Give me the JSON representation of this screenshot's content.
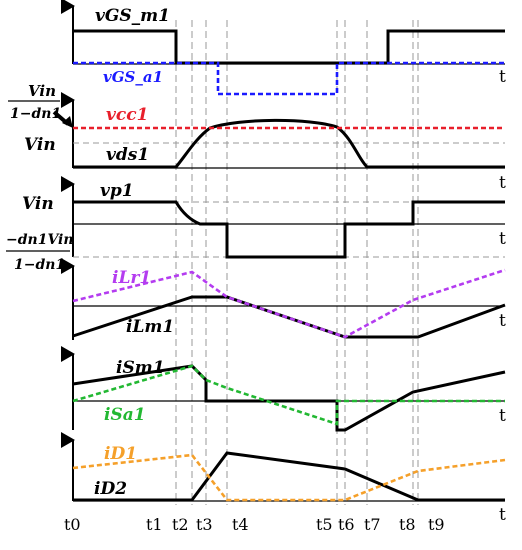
{
  "axis_t": "t",
  "colors": {
    "black": "#000000",
    "blue": "#1a1aff",
    "red": "#e81f2b",
    "purple": "#b43cf0",
    "green": "#22b832",
    "orange": "#f5a02a",
    "grid": "#9a9a9a"
  },
  "panel1": {
    "vgs_m1": "vGS_m1",
    "vgs_a1": "vGS_a1"
  },
  "panel2": {
    "frac_num": "Vin",
    "frac_den": "1−dn1",
    "vcc1": "vcc1",
    "vin": "Vin",
    "vds1": "vds1"
  },
  "panel3": {
    "vp1": "vp1",
    "vin": "Vin",
    "neg_num": "−dn1Vin",
    "neg_den": "1−dn1"
  },
  "panel4": {
    "ilr1": "iLr1",
    "ilm1": "iLm1"
  },
  "panel5": {
    "ism1": "iSm1",
    "isa1": "iSa1"
  },
  "panel6": {
    "id1": "iD1",
    "id2": "iD2"
  },
  "time_labels": [
    "t0",
    "t1",
    "t2",
    "t3",
    "t4",
    "t5",
    "t6",
    "t7",
    "t8",
    "t9"
  ]
}
